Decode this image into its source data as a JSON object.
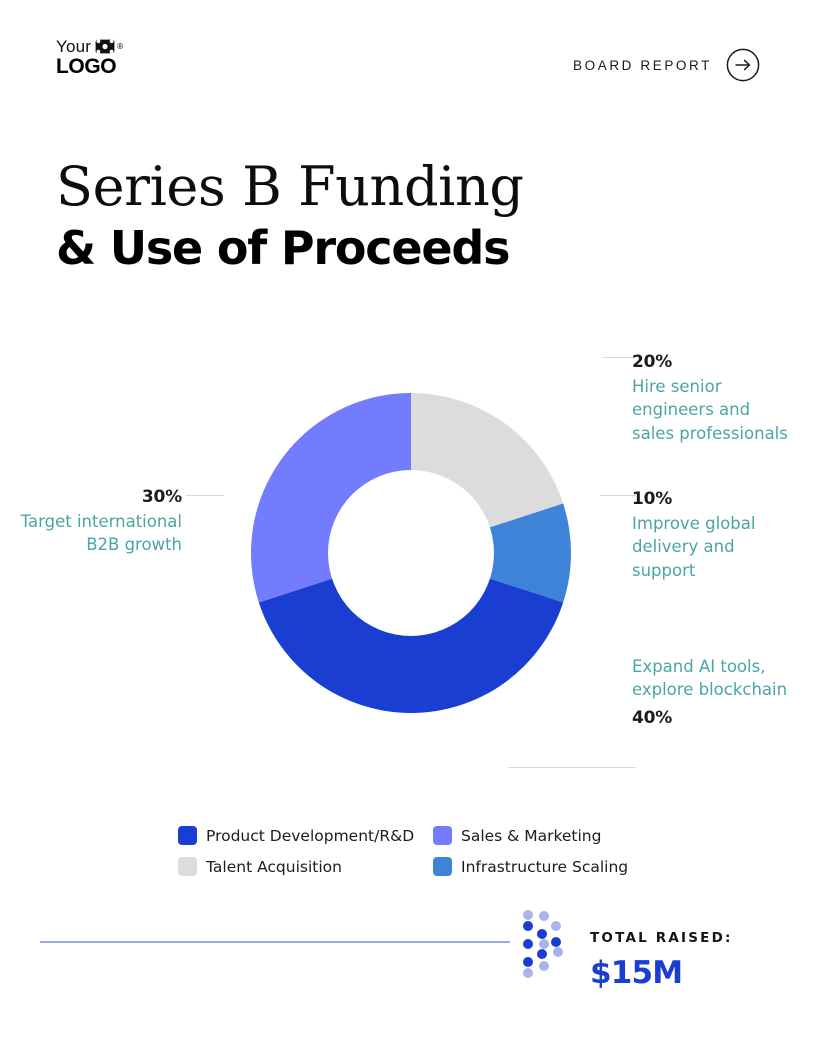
{
  "header": {
    "logo_top": "Your",
    "logo_bottom": "LOGO",
    "logo_registered": "®",
    "board_report_label": "BOARD REPORT"
  },
  "title": {
    "line1": "Series B Funding",
    "line2": "& Use of Proceeds"
  },
  "chart_data": {
    "type": "pie",
    "variant": "donut",
    "title": "Series B Funding & Use of Proceeds",
    "categories": [
      "Talent Acquisition",
      "Infrastructure Scaling",
      "Product Development/R&D",
      "Sales & Marketing"
    ],
    "values": [
      20,
      10,
      40,
      30
    ],
    "value_labels": [
      "20%",
      "10%",
      "40%",
      "30%"
    ],
    "colors": [
      "#dcdcdc",
      "#3f83d8",
      "#1a3dd2",
      "#737cfd"
    ],
    "start_angle_deg": 0,
    "direction": "clockwise",
    "inner_radius_ratio": 0.52,
    "legend_position": "bottom",
    "annotations": [
      "Hire senior engineers and sales professionals",
      "Improve global delivery and support",
      "Expand AI tools, explore blockchain",
      "Target international B2B growth"
    ]
  },
  "callouts": {
    "talent": {
      "pct": "20%",
      "desc": "Hire senior engineers and sales professionals"
    },
    "infrastructure": {
      "pct": "10%",
      "desc": "Improve global delivery and support"
    },
    "product": {
      "pct": "40%",
      "desc": "Expand AI tools, explore blockchain"
    },
    "sales": {
      "pct": "30%",
      "desc": "Target international B2B growth"
    }
  },
  "legend": {
    "items": [
      {
        "label": "Product Development/R&D",
        "color": "#1a3dd2"
      },
      {
        "label": "Sales & Marketing",
        "color": "#737cfd"
      },
      {
        "label": "Talent Acquisition",
        "color": "#dcdcdc"
      },
      {
        "label": "Infrastructure Scaling",
        "color": "#3f83d8"
      }
    ]
  },
  "footer": {
    "total_raised_label": "TOTAL RAISED:",
    "amount": "$15M"
  },
  "theme": {
    "accent_blue": "#1a3dd2",
    "accent_purple": "#737cfd",
    "accent_light_blue": "#3f83d8",
    "accent_gray": "#dcdcdc",
    "teal_text": "#4aa5a3",
    "rule_color": "#9aa6e0"
  }
}
